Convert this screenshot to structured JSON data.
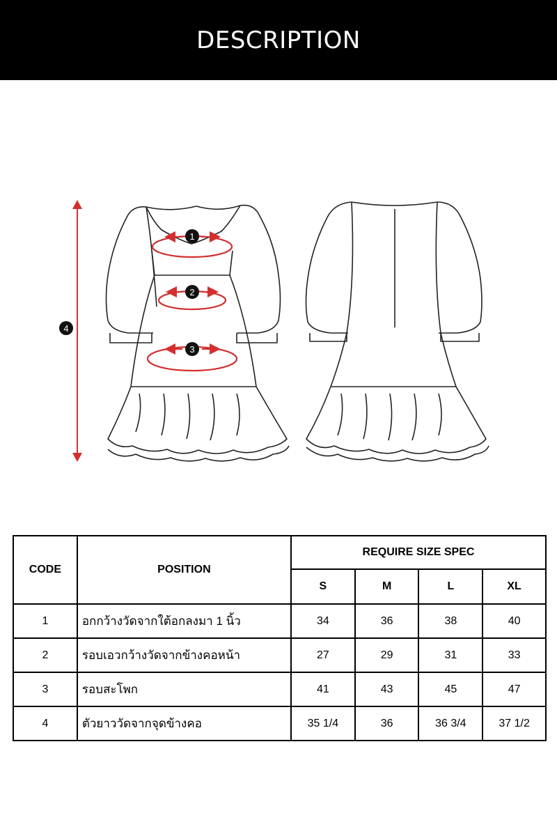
{
  "header": {
    "title": "DESCRIPTION"
  },
  "diagram": {
    "markers": [
      "1",
      "2",
      "3",
      "4"
    ],
    "colors": {
      "arrow": "#d32f2f",
      "marker_fill": "#111111",
      "outline": "#222222"
    }
  },
  "table": {
    "headers": {
      "code": "CODE",
      "position": "POSITION",
      "spec": "REQUIRE SIZE SPEC",
      "sizes": [
        "S",
        "M",
        "L",
        "XL"
      ]
    },
    "rows": [
      {
        "code": "1",
        "position": "อกกว้างวัดจากใต้อกลงมา 1 นิ้ว",
        "values": [
          "34",
          "36",
          "38",
          "40"
        ]
      },
      {
        "code": "2",
        "position": "รอบเอวกว้างวัดจากข้างคอหน้า",
        "values": [
          "27",
          "29",
          "31",
          "33"
        ]
      },
      {
        "code": "3",
        "position": "รอบสะโพก",
        "values": [
          "41",
          "43",
          "45",
          "47"
        ]
      },
      {
        "code": "4",
        "position": "ตัวยาววัดจากจุดข้างคอ",
        "values": [
          "35 1/4",
          "36",
          "36 3/4",
          "37 1/2"
        ]
      }
    ]
  }
}
